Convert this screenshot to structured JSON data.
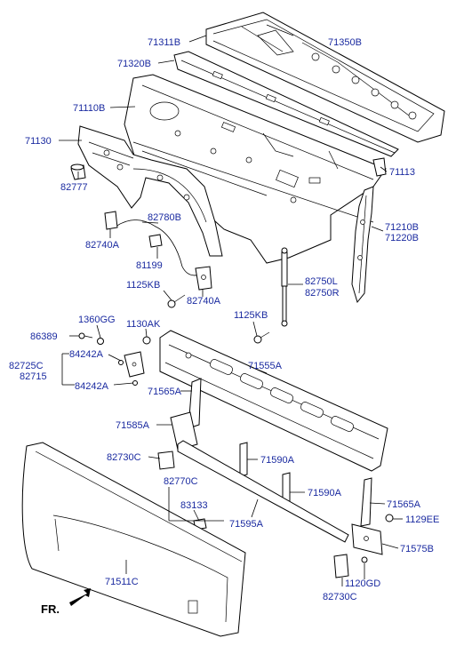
{
  "labels": {
    "l71311B": "71311B",
    "l71350B": "71350B",
    "l71320B": "71320B",
    "l71110B": "71110B",
    "l71130": "71130",
    "l71113": "71113",
    "l82777": "82777",
    "l82780B": "82780B",
    "l71210B": "71210B",
    "l71220B": "71220B",
    "l82740A_1": "82740A",
    "l81199": "81199",
    "l82750L": "82750L",
    "l82750R": "82750R",
    "l1125KB_1": "1125KB",
    "l82740A_2": "82740A",
    "l1360GG": "1360GG",
    "l1130AK": "1130AK",
    "l1125KB_2": "1125KB",
    "l86389": "86389",
    "l82725C": "82725C",
    "l82715": "82715",
    "l84242A_1": "84242A",
    "l84242A_2": "84242A",
    "l71555A": "71555A",
    "l71565A_1": "71565A",
    "l71585A": "71585A",
    "l82730C_1": "82730C",
    "l71590A_1": "71590A",
    "l82770C": "82770C",
    "l71590A_2": "71590A",
    "l83133": "83133",
    "l71565A_2": "71565A",
    "l1129EE": "1129EE",
    "l71595A": "71595A",
    "l71575B": "71575B",
    "l71511C": "71511C",
    "l1120GD": "1120GD",
    "l82730C_2": "82730C",
    "fr": "FR."
  }
}
